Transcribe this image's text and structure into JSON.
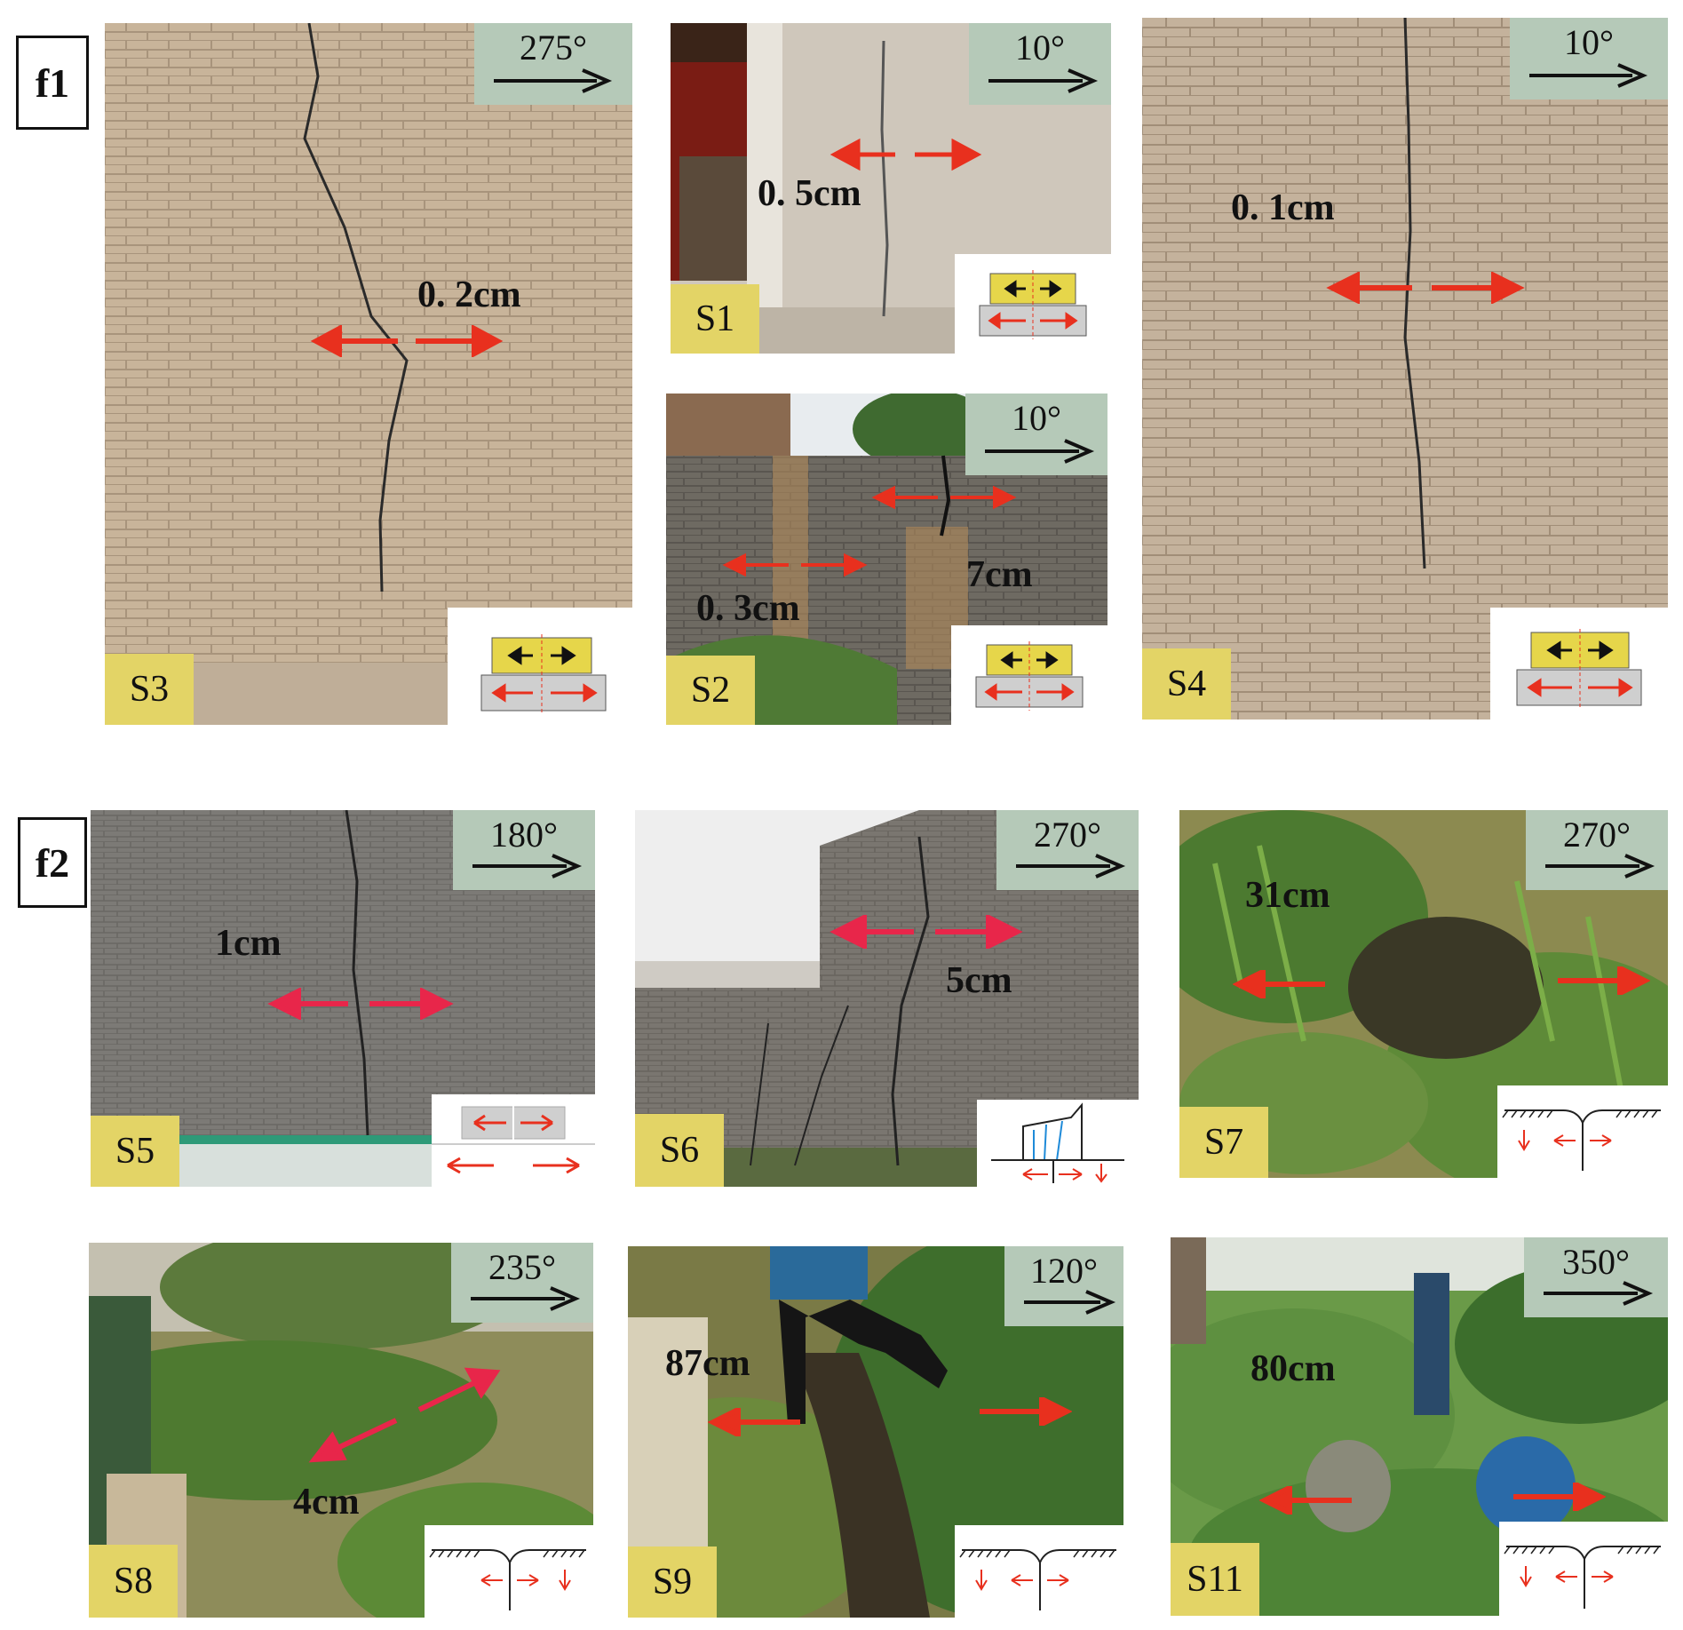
{
  "groups": [
    {
      "id": "f1",
      "label": "f1"
    },
    {
      "id": "f2",
      "label": "f2"
    }
  ],
  "panels": [
    {
      "site": "S3",
      "direction": "275°",
      "measurement": "0. 2cm",
      "legend": "extension-blocks",
      "scene": "brick-light"
    },
    {
      "site": "S1",
      "direction": "10°",
      "measurement": "0. 5cm",
      "legend": "extension-blocks",
      "scene": "plaster"
    },
    {
      "site": "S2",
      "direction": "10°",
      "measurement": "0. 3cm",
      "measurement2": "7cm",
      "legend": "extension-blocks",
      "scene": "brick-dark"
    },
    {
      "site": "S4",
      "direction": "10°",
      "measurement": "0. 1cm",
      "legend": "extension-blocks",
      "scene": "brick-light"
    },
    {
      "site": "S5",
      "direction": "180°",
      "measurement": "1cm",
      "legend": "extension-layers",
      "scene": "brick-grey"
    },
    {
      "site": "S6",
      "direction": "270°",
      "measurement": "5cm",
      "legend": "wall-fault",
      "scene": "brick-grey"
    },
    {
      "site": "S7",
      "direction": "270°",
      "measurement": "31cm",
      "legend": "ground-fault",
      "scene": "vegetation"
    },
    {
      "site": "S8",
      "direction": "235°",
      "measurement": "4cm",
      "legend": "ground-fault",
      "scene": "vegetation"
    },
    {
      "site": "S9",
      "direction": "120°",
      "measurement": "87cm",
      "legend": "ground-fault",
      "scene": "vegetation"
    },
    {
      "site": "S11",
      "direction": "350°",
      "measurement": "80cm",
      "legend": "ground-fault",
      "scene": "vegetation"
    }
  ],
  "colors": {
    "arrow_red": "#e8301e",
    "direction_box": "#b5c9b8",
    "site_label": "#e3d466",
    "legend_block_yellow": "#e6d64a",
    "legend_block_grey": "#cfcfcf",
    "crack": "#2a2a2a"
  }
}
